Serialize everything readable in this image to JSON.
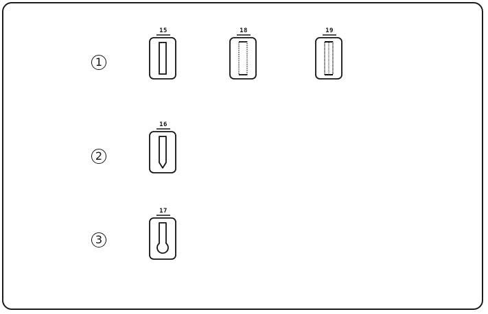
{
  "diagram": {
    "rows": [
      {
        "marker": "1",
        "patterns": [
          {
            "number": "15",
            "style": "plain-bar"
          },
          {
            "number": "18",
            "style": "dotted-bar"
          },
          {
            "number": "19",
            "style": "dense-bar"
          }
        ]
      },
      {
        "marker": "2",
        "patterns": [
          {
            "number": "16",
            "style": "rounded-bar"
          }
        ]
      },
      {
        "marker": "3",
        "patterns": [
          {
            "number": "17",
            "style": "keyhole"
          }
        ]
      }
    ],
    "stroke_color": "#111111"
  }
}
